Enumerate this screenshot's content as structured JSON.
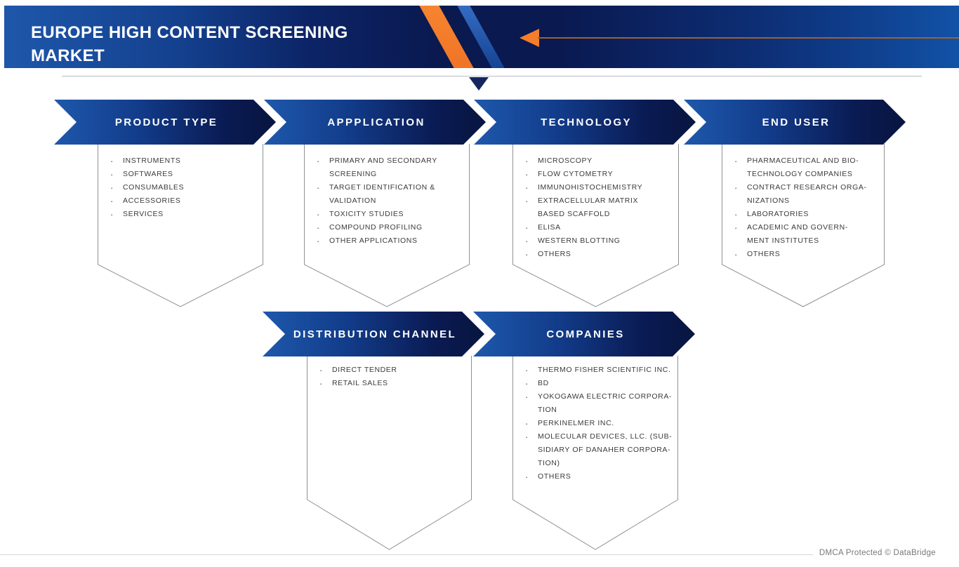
{
  "header": {
    "title_line1": "EUROPE HIGH CONTENT SCREENING",
    "title_line2": "MARKET"
  },
  "segments": [
    {
      "label": "PRODUCT TYPE",
      "items": [
        "INSTRUMENTS",
        "SOFTWARES",
        "CONSUMABLES",
        "ACCESSORIES",
        "SERVICES"
      ]
    },
    {
      "label": "APPPLICATION",
      "items": [
        "PRIMARY AND SECONDARY\nSCREENING",
        "TARGET IDENTIFICATION &\nVALIDATION",
        "TOXICITY STUDIES",
        "COMPOUND PROFILING",
        "OTHER APPLICATIONS"
      ]
    },
    {
      "label": "TECHNOLOGY",
      "items": [
        "MICROSCOPY",
        "FLOW CYTOMETRY",
        "IMMUNOHISTOCHEMISTRY",
        "EXTRACELLULAR MATRIX\nBASED SCAFFOLD",
        "ELISA",
        "WESTERN BLOTTING",
        "OTHERS"
      ]
    },
    {
      "label": "END USER",
      "items": [
        "PHARMACEUTICAL AND BIO-\nTECHNOLOGY COMPANIES",
        "CONTRACT RESEARCH ORGA-\nNIZATIONS",
        "LABORATORIES",
        "ACADEMIC AND GOVERN-\nMENT INSTITUTES",
        "OTHERS"
      ]
    },
    {
      "label": "DISTRIBUTION CHANNEL",
      "items": [
        "DIRECT TENDER",
        "RETAIL SALES"
      ]
    },
    {
      "label": "COMPANIES",
      "items": [
        "THERMO FISHER SCIENTIFIC INC.",
        "BD",
        "YOKOGAWA ELECTRIC CORPORA-\nTION",
        "PERKINELMER INC.",
        "MOLECULAR DEVICES, LLC. (SUB-\nSIDIARY OF DANAHER CORPORA-\nTION)",
        "OTHERS"
      ]
    }
  ],
  "icons": {
    "bullet": "·",
    "header_arrow": "left-arrow",
    "flow_arrow": "down-arrow"
  },
  "colors": {
    "accent_orange": "#f57d2b",
    "navy": "#0a1a50",
    "banner_blue": "#1e58ac",
    "list_text": "#3a3a3a",
    "outline_gray": "#8f9096"
  },
  "footer": {
    "dmca_text": "DMCA Protected © DataBridge"
  }
}
